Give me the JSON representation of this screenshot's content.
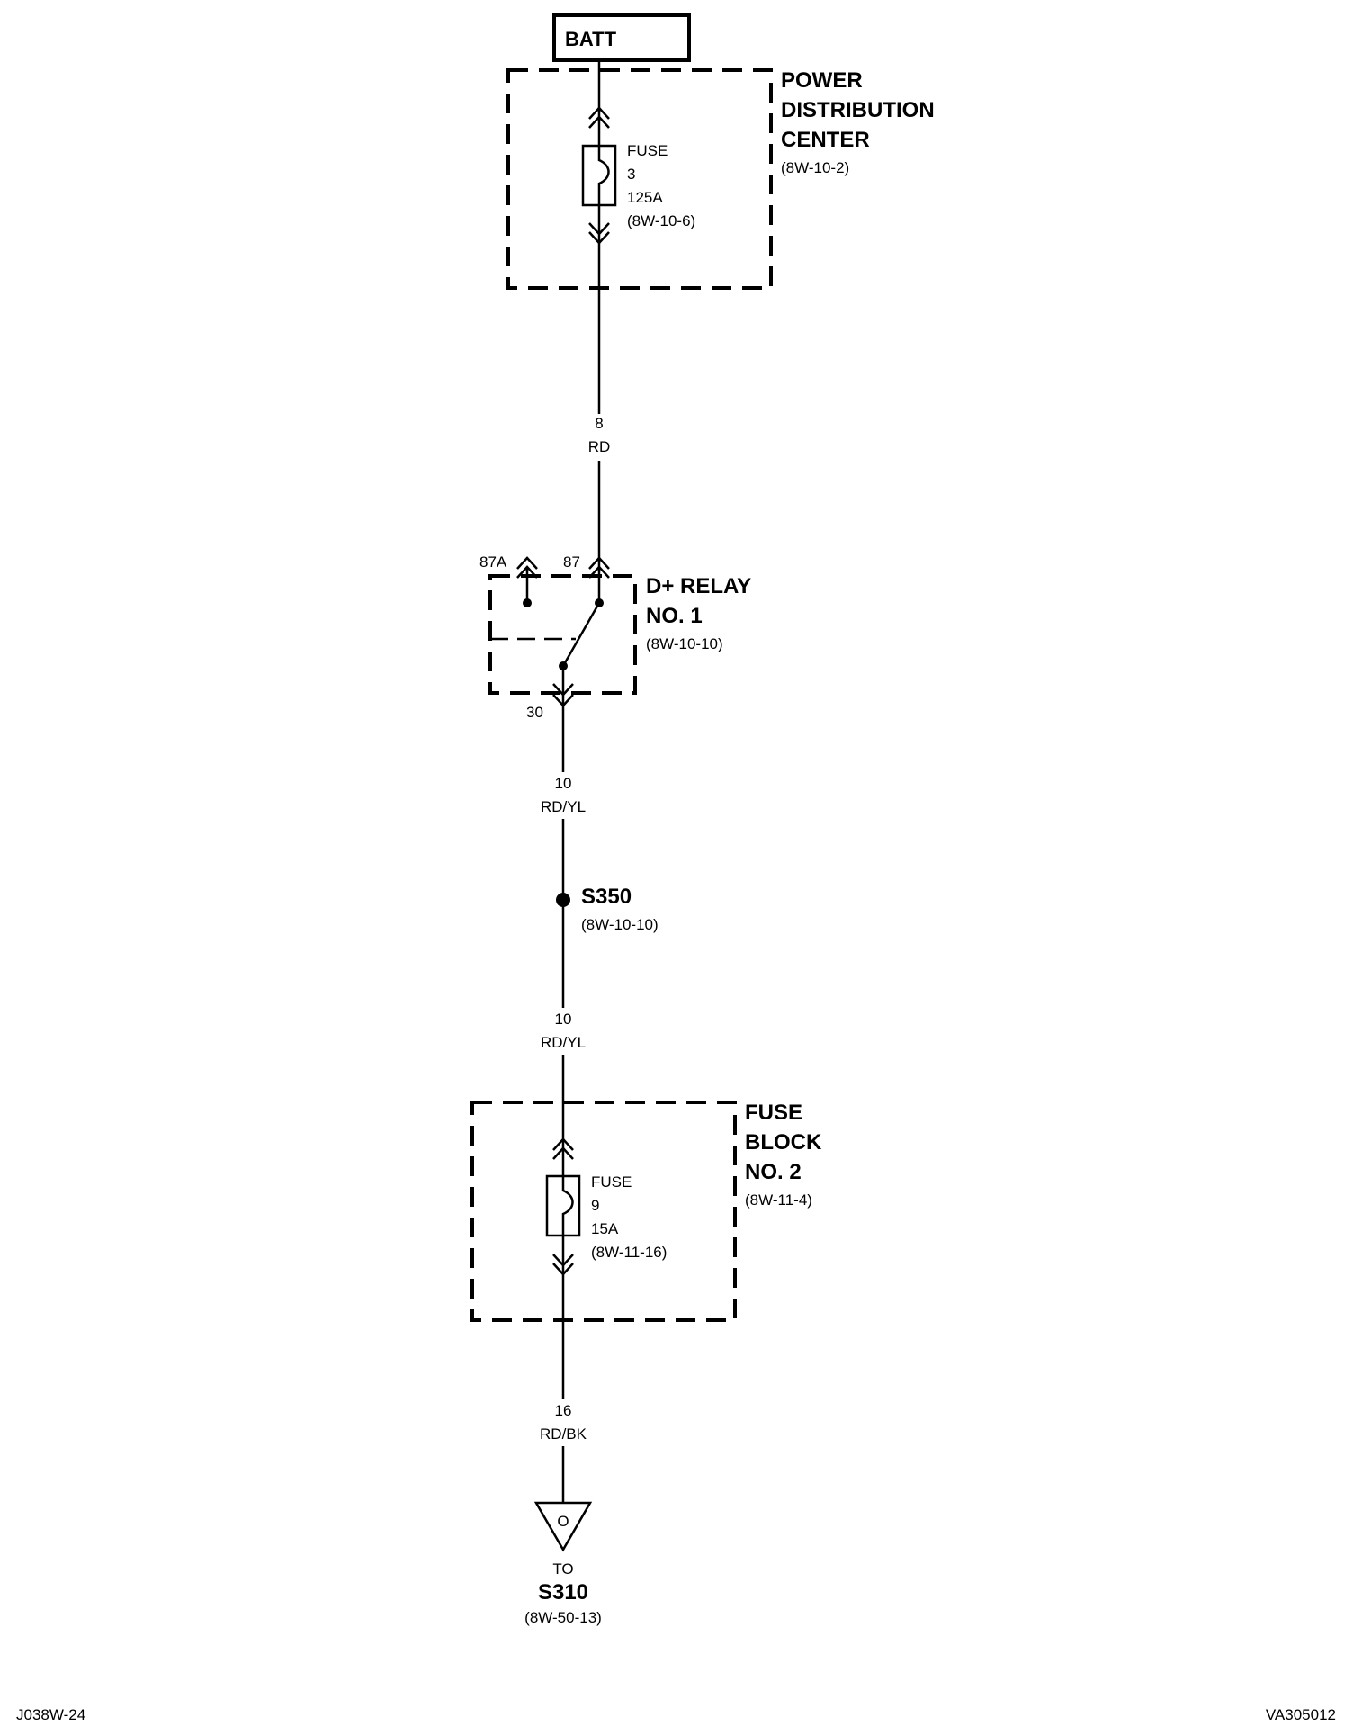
{
  "diagram": {
    "batt_label": "BATT",
    "pdc": {
      "name_lines": [
        "POWER",
        "DISTRIBUTION",
        "CENTER"
      ],
      "ref": "(8W-10-2)",
      "fuse_lines": [
        "FUSE",
        "3",
        "125A",
        "(8W-10-6)"
      ]
    },
    "wire1": {
      "gauge": "8",
      "color": "RD"
    },
    "relay": {
      "name_lines": [
        "D+ RELAY",
        "NO. 1"
      ],
      "ref": "(8W-10-10)",
      "pin_87a": "87A",
      "pin_87": "87",
      "pin_30": "30"
    },
    "wire2": {
      "gauge": "10",
      "color": "RD/YL"
    },
    "splice": {
      "name": "S350",
      "ref": "(8W-10-10)"
    },
    "wire3": {
      "gauge": "10",
      "color": "RD/YL"
    },
    "fuse_block": {
      "name_lines": [
        "FUSE",
        "BLOCK",
        "NO. 2"
      ],
      "ref": "(8W-11-4)",
      "fuse_lines": [
        "FUSE",
        "9",
        "15A",
        "(8W-11-16)"
      ]
    },
    "wire4": {
      "gauge": "16",
      "color": "RD/BK"
    },
    "connector": {
      "symbol": "O",
      "to": "TO",
      "name": "S310",
      "ref": "(8W-50-13)"
    },
    "footer": {
      "left": "J038W-24",
      "right": "VA305012"
    }
  }
}
